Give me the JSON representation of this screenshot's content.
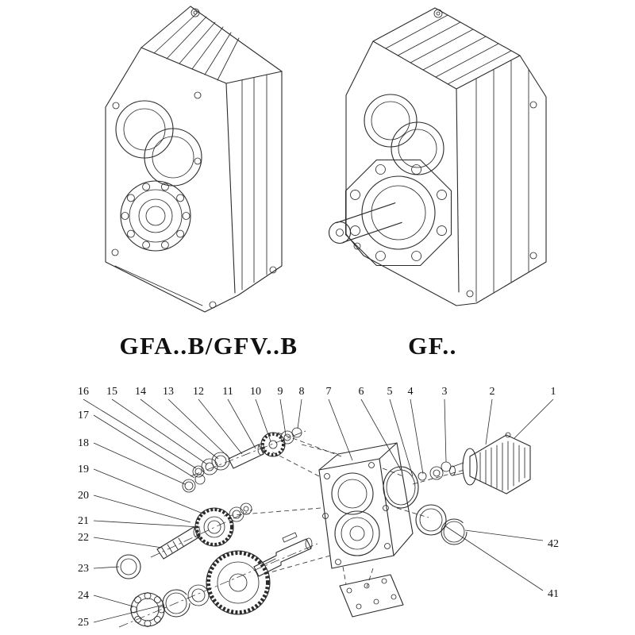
{
  "captions": {
    "left_model": "GFA..B/GFV..B",
    "right_model": "GF.."
  },
  "exploded": {
    "top_row": [
      "16",
      "15",
      "14",
      "13",
      "12",
      "11",
      "10",
      "9",
      "8",
      "7",
      "6",
      "5",
      "4",
      "3",
      "2",
      "1"
    ],
    "left_column": [
      "17",
      "18",
      "19",
      "20",
      "21",
      "22",
      "23",
      "24",
      "25"
    ],
    "right_column": [
      "42",
      "41"
    ]
  },
  "colors": {
    "background": "#ffffff",
    "line": "#2b2b2b",
    "text": "#111111"
  }
}
